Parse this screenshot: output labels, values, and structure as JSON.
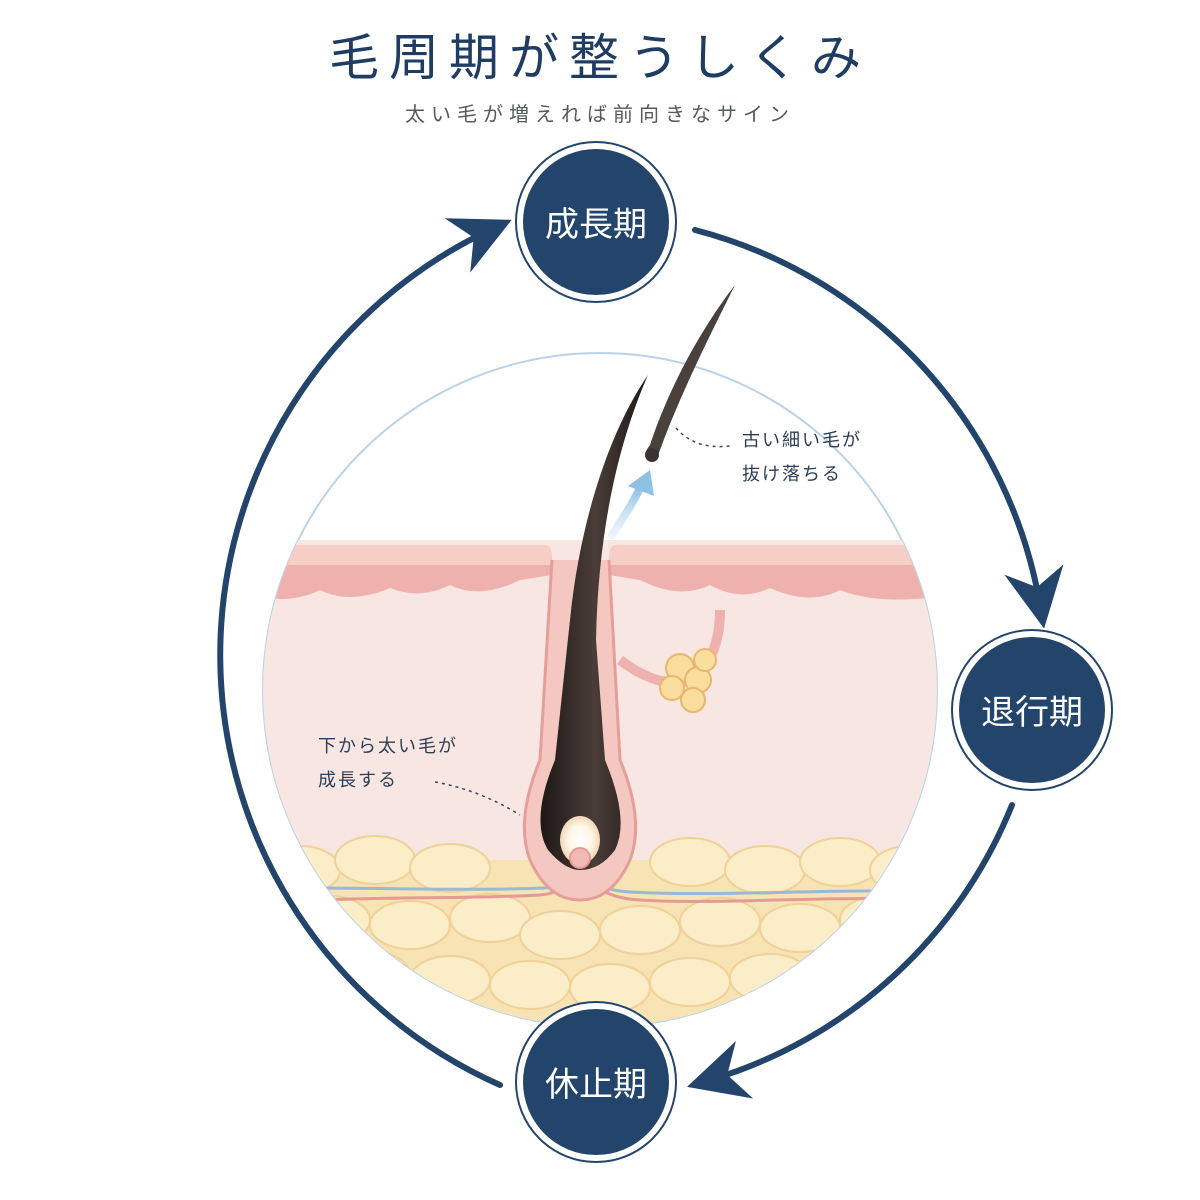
{
  "title": "毛周期が整うしくみ",
  "subtitle": "太い毛が増えれば前向きなサイン",
  "phases": [
    {
      "id": "growth",
      "label": "成長期"
    },
    {
      "id": "catagen",
      "label": "退行期"
    },
    {
      "id": "telogen",
      "label": "休止期"
    }
  ],
  "notes": {
    "old_hair": [
      "古い細い毛が",
      "抜け落ちる"
    ],
    "new_hair": [
      "下から太い毛が",
      "成長する"
    ]
  },
  "colors": {
    "navy": "#23456b",
    "skin_top": "#eeb1ae",
    "dermis": "#f8e6e2",
    "fat": "#f8e3b4",
    "hair": "#2e2522",
    "arrow_light": "#8fc0e6"
  }
}
